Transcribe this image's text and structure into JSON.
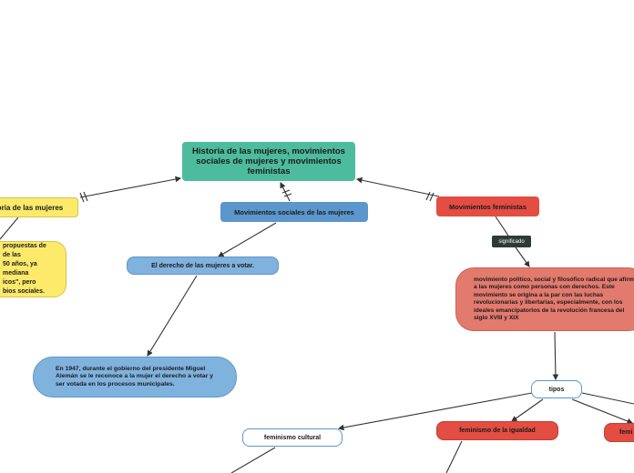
{
  "root": {
    "title": "Historia de las mujeres, movimientos sociales de mujeres y movimientos feministas"
  },
  "branches": {
    "historia": "oria de las mujeres",
    "movimientos_sociales": "Movimientos sociales de las mujeres",
    "movimientos_feministas": "Movimientos feministas"
  },
  "historia_note": "propuestas de\nde las\n50 años, ya\nmediana\nicos\", pero\nbios sociales.",
  "derecho": {
    "title": "El derecho de las mujeres a votar.",
    "note": "En 1947, durante el gobierno del presidente Miguel Alemán se le reconoce a la mujer el derecho a votar y ser votada en los procesos municipales."
  },
  "feminismo": {
    "link_label": "significado",
    "definition": "movimiento político, social y filosófico radical que afirma a las mujeres como personas con derechos. Este movimiento se origina a la par con las luchas revolucionarias y libertarias, especialmente, con los ideales emancipatorios de la revolución francesa del siglo XVIII y XIX",
    "tipos": "tipos",
    "types": [
      "feminismo cultural",
      "feminismo de la igualdad",
      "femi"
    ]
  },
  "colors": {
    "root": "#4dbb9d",
    "yellow": "#fdea6b",
    "blue": "#5b96cc",
    "light_blue": "#80b2de",
    "red": "#e34d42",
    "salmon": "#e37a6e"
  }
}
